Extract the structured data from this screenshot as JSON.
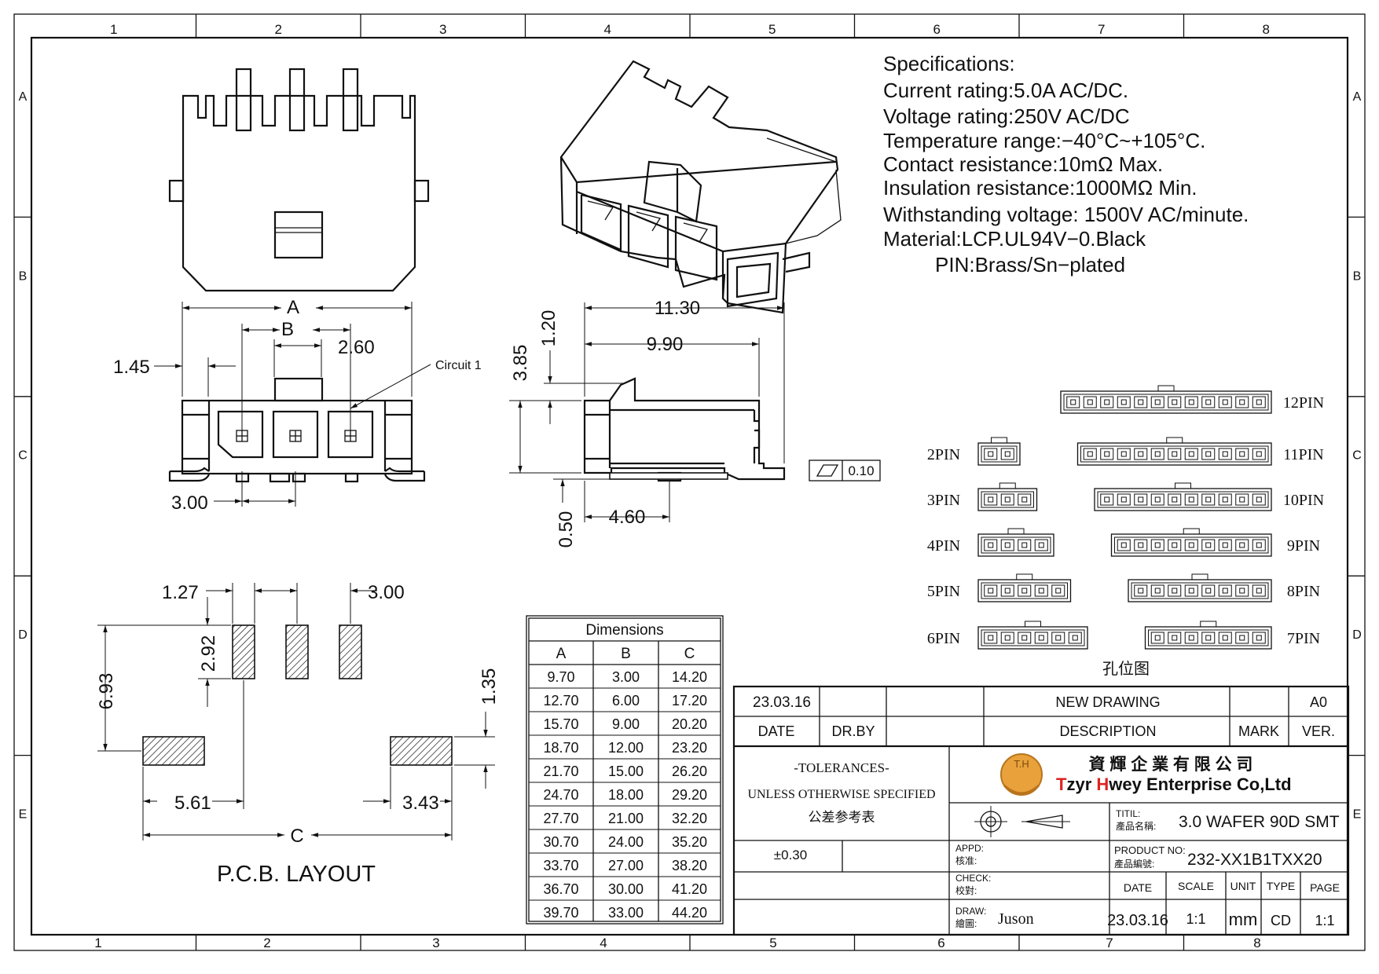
{
  "border": {
    "columns": [
      "1",
      "2",
      "3",
      "4",
      "5",
      "6",
      "7",
      "8"
    ],
    "bottom_columns": [
      "1",
      "2",
      "3",
      "4",
      "5",
      "6",
      "7",
      "8"
    ],
    "rows": [
      "A",
      "B",
      "C",
      "D",
      "E"
    ]
  },
  "specs": {
    "lines": [
      "Specifications:",
      "Current rating:5.0A AC/DC.",
      "Voltage rating:250V AC/DC",
      "Temperature range:−40°C~+105°C.",
      "Contact resistance:10mΩ Max.",
      "Insulation resistance:1000MΩ Min.",
      "Withstanding voltage: 1500V AC/minute.",
      "Material:LCP.UL94V−0.Black",
      "PIN:Brass/Sn−plated"
    ]
  },
  "front_view": {
    "dim_A": "A",
    "dim_B": "B",
    "dim_260": "2.60",
    "dim_145": "1.45",
    "circuit": "Circuit 1",
    "dim_300": "3.00"
  },
  "side_view": {
    "dim_1130": "11.30",
    "dim_990": "9.90",
    "dim_385": "3.85",
    "dim_120": "1.20",
    "dim_050": "0.50",
    "dim_460": "4.60",
    "flatness": "0.10"
  },
  "pcb": {
    "dim_127": "1.27",
    "dim_300": "3.00",
    "dim_292": "2.92",
    "dim_693": "6.93",
    "dim_135": "1.35",
    "dim_561": "5.61",
    "dim_343": "3.43",
    "dim_C": "C",
    "title": "P.C.B. LAYOUT"
  },
  "dimensions_table": {
    "title": "Dimensions",
    "headers": [
      "A",
      "B",
      "C"
    ],
    "rows": [
      [
        "9.70",
        "3.00",
        "14.20"
      ],
      [
        "12.70",
        "6.00",
        "17.20"
      ],
      [
        "15.70",
        "9.00",
        "20.20"
      ],
      [
        "18.70",
        "12.00",
        "23.20"
      ],
      [
        "21.70",
        "15.00",
        "26.20"
      ],
      [
        "24.70",
        "18.00",
        "29.20"
      ],
      [
        "27.70",
        "21.00",
        "32.20"
      ],
      [
        "30.70",
        "24.00",
        "35.20"
      ],
      [
        "33.70",
        "27.00",
        "38.20"
      ],
      [
        "36.70",
        "30.00",
        "41.20"
      ],
      [
        "39.70",
        "33.00",
        "44.20"
      ]
    ]
  },
  "pin_views": {
    "left_labels": [
      "2PIN",
      "3PIN",
      "4PIN",
      "5PIN",
      "6PIN"
    ],
    "right_labels": [
      "12PIN",
      "11PIN",
      "10PIN",
      "9PIN",
      "8PIN",
      "7PIN"
    ],
    "caption": "孔位图"
  },
  "title_block": {
    "rev_date": "23.03.16",
    "rev_desc": "NEW  DRAWING",
    "rev_ver": "A0",
    "h_date": "DATE",
    "h_drby": "DR.BY",
    "h_desc": "DESCRIPTION",
    "h_mark": "MARK",
    "h_ver": "VER.",
    "tol_1": "-TOLERANCES-",
    "tol_2": "UNLESS OTHERWISE SPECIFIED",
    "tol_3": "公差参考表",
    "tol_value": "±0.30",
    "logo_text": "T.H",
    "company_cn": "資 輝 企 業 有 限 公 司",
    "company_en_t": "T",
    "company_en_zyr": "zyr ",
    "company_en_h": "H",
    "company_en_rest": "wey Enterprise Co,Ltd",
    "titil_label": "TITIL:",
    "titil_label_cn": "產品名稱:",
    "titil_value": "3.0 WAFER 90D SMT",
    "appd_label": "APPD:",
    "appd_label_cn": "核准:",
    "product_label": "PRODUCT NO:",
    "product_label_cn": "產品編號:",
    "product_value": "232-XX1B1TXX20",
    "check_label": "CHECK:",
    "check_label_cn": "校對:",
    "h_date2": "DATE",
    "h_scale": "SCALE",
    "h_unit": "UNIT",
    "h_type": "TYPE",
    "h_page": "PAGE",
    "draw_label": "DRAW:",
    "draw_label_cn": "繪圖:",
    "drawer": "Juson",
    "date_value": "23.03.16",
    "scale_value": "1:1",
    "unit_value": "mm",
    "type_value": "CD",
    "page_value": "1:1"
  }
}
